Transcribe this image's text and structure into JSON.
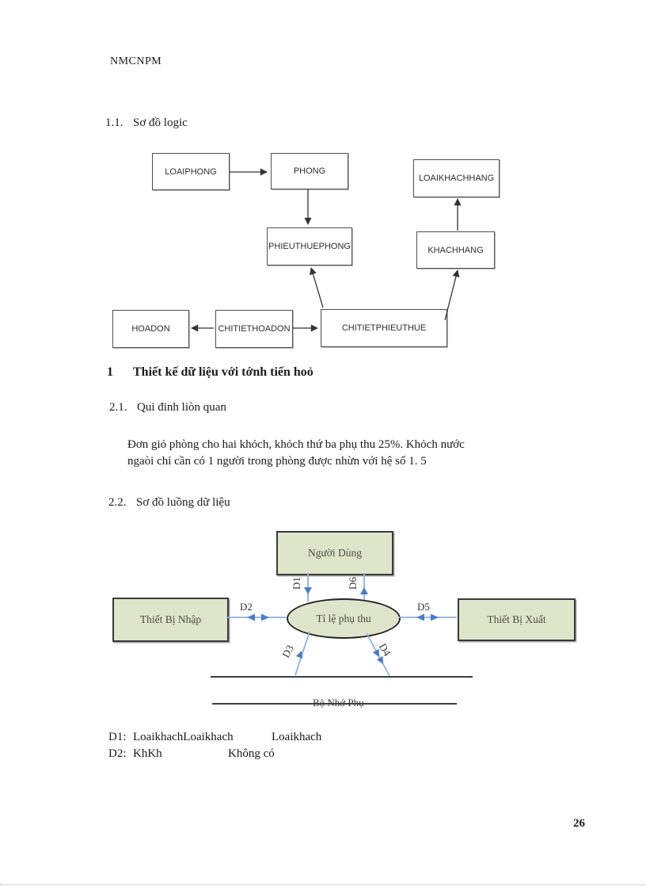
{
  "document": {
    "header": "NMCNPM",
    "page_number": "26"
  },
  "headings": {
    "s11_num": "1.1.",
    "s11_text": "Sơ đồ logic",
    "h1_num": "1",
    "h1_text": "Thiết kế dữ liệu với tớnh tiến hoỏ",
    "s21_num": "2.1.",
    "s21_text": "Qui đinh liòn quan",
    "s22_num": "2.2.",
    "s22_text": "Sơ đồ luồng dữ liệu"
  },
  "paragraph": {
    "line1": "Đơn giỏ phòng cho hai khỏch, khỏch thứ ba phụ thu 25%. Khỏch nước",
    "line2": "ngaòi chỉ cần có 1 người trong phòng được nhừn với hệ số 1. 5"
  },
  "logic_diagram": {
    "loaiphong": "LOAIPHONG",
    "phong": "PHONG",
    "loaikhachhang": "LOAIKHACHHANG",
    "phieuthuephong": "PHIEUTHUEPHONG",
    "khachhang": "KHACHHANG",
    "hoadon": "HOADON",
    "chitiethoadon": "CHITIETHOADON",
    "chitietphieuthue": "CHITIETPHIEUTHUE"
  },
  "dfd": {
    "user": "Người Dùng",
    "input_device": "Thiết Bị Nhập",
    "process": "Tỉ lệ phụ thu",
    "output_device": "Thiết Bị Xuất",
    "storage": "Bộ Nhớ Phụ",
    "flow_d1": "D1",
    "flow_d2": "D2",
    "flow_d3": "D3",
    "flow_d4": "D4",
    "flow_d5": "D5",
    "flow_d6": "D6"
  },
  "legend": {
    "rows": [
      {
        "label": "D1:",
        "col1": "LoaikhachLoaikhach",
        "col2": "Loaikhach"
      },
      {
        "label": "D2:",
        "col1": "KhKh",
        "col2": "Không có"
      }
    ]
  },
  "colors": {
    "dfd_box_fill": "#dfe5cb",
    "dfd_box_border": "#3a3a3a",
    "flow_line": "#8fb0dd",
    "flow_arrow": "#4a7cc9",
    "logic_line": "#333333"
  }
}
